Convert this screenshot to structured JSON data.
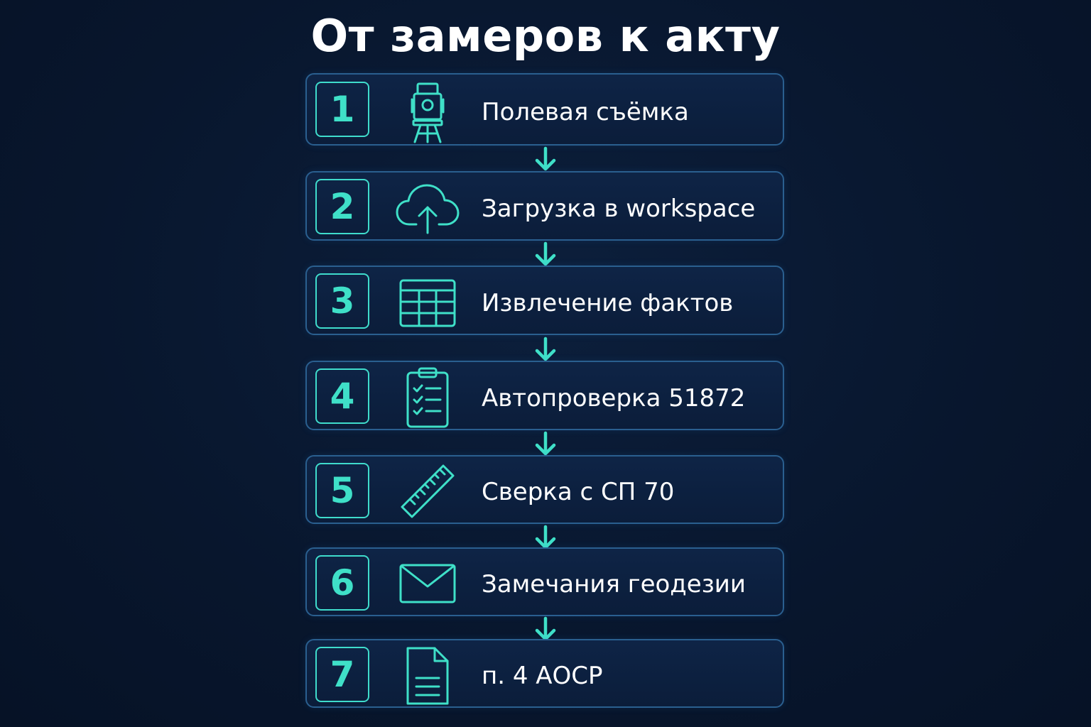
{
  "title": "От замеров к акту",
  "accent_color": "#3fe0c8",
  "steps": [
    {
      "number": "1",
      "label": "Полевая съёмка",
      "icon": "total-station-icon"
    },
    {
      "number": "2",
      "label": "Загрузка в workspace",
      "icon": "cloud-upload-icon"
    },
    {
      "number": "3",
      "label": "Извлечение фактов",
      "icon": "table-icon"
    },
    {
      "number": "4",
      "label": "Автопроверка 51872",
      "icon": "checklist-clipboard-icon"
    },
    {
      "number": "5",
      "label": "Сверка с СП 70",
      "icon": "ruler-icon"
    },
    {
      "number": "6",
      "label": "Замечания геодезии",
      "icon": "envelope-icon"
    },
    {
      "number": "7",
      "label": "п. 4 АОСР",
      "icon": "document-icon"
    }
  ]
}
